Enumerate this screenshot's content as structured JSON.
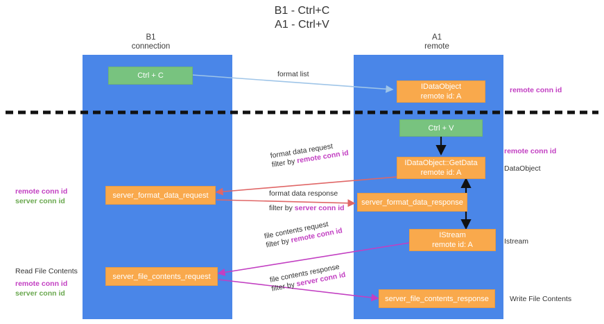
{
  "title": {
    "line1": "B1 - Ctrl+C",
    "line2": "A1 - Ctrl+V"
  },
  "columns": [
    {
      "name": "B1",
      "role": "connection"
    },
    {
      "name": "A1",
      "role": "remote"
    }
  ],
  "colors": {
    "lane": "#4a86e8",
    "green_node": "#78c37f",
    "orange_node": "#f9a94c",
    "remote_conn_id": "#c23fc2",
    "server_conn_id": "#6aa84f",
    "arrow_format_list": "#9fc5e8",
    "arrow_getdata": "#000000",
    "arrow_format_data": "#e06666",
    "arrow_file_contents": "#c23fc2",
    "divider": "#000000"
  },
  "nodes": [
    {
      "id": "ctrl_c",
      "label": "Ctrl + C",
      "sub": "",
      "color": "green"
    },
    {
      "id": "idataobject_remote",
      "label": "IDataObject",
      "sub": "remote id: A",
      "color": "orange"
    },
    {
      "id": "ctrl_v",
      "label": "Ctrl + V",
      "sub": "",
      "color": "green"
    },
    {
      "id": "getdata",
      "label": "IDataObject::GetData",
      "sub": "remote id: A",
      "color": "orange"
    },
    {
      "id": "server_format_data_request",
      "label": "server_format_data_request",
      "sub": "",
      "color": "orange"
    },
    {
      "id": "server_format_data_response",
      "label": "server_format_data_response",
      "sub": "",
      "color": "orange"
    },
    {
      "id": "istream",
      "label": "IStream",
      "sub": "remote id: A",
      "color": "orange"
    },
    {
      "id": "server_file_contents_request",
      "label": "server_file_contents_request",
      "sub": "",
      "color": "orange"
    },
    {
      "id": "server_file_contents_response",
      "label": "server_file_contents_response",
      "sub": "",
      "color": "orange"
    }
  ],
  "edges": {
    "format_list": {
      "label": "format list"
    },
    "format_data_request": {
      "label": "format data request",
      "filter_prefix": "filter by ",
      "filter_key": "remote conn id"
    },
    "format_data_response": {
      "label": "format data response",
      "filter_prefix": "filter by ",
      "filter_key": "server conn id"
    },
    "file_contents_request": {
      "label": "file contents request",
      "filter_prefix": "filter by ",
      "filter_key": "remote conn id"
    },
    "file_contents_response": {
      "label": "file contents response",
      "filter_prefix": "filter by ",
      "filter_key": "server conn id"
    }
  },
  "right_labels": [
    {
      "id": "r1",
      "text": "remote conn id",
      "kind": "remote"
    },
    {
      "id": "r2",
      "text": "remote conn id",
      "kind": "remote"
    },
    {
      "id": "r3",
      "text": "DataObject",
      "kind": "plain"
    },
    {
      "id": "r4",
      "text": "Istream",
      "kind": "plain"
    },
    {
      "id": "r5",
      "text": "Write File Contents",
      "kind": "plain"
    }
  ],
  "left_labels": [
    {
      "id": "l1",
      "text": "remote conn id",
      "kind": "remote"
    },
    {
      "id": "l2",
      "text": "server conn id",
      "kind": "server"
    },
    {
      "id": "l3",
      "text": "Read File Contents",
      "kind": "plain"
    },
    {
      "id": "l4",
      "text": "remote conn id",
      "kind": "remote"
    },
    {
      "id": "l5",
      "text": "server conn id",
      "kind": "server"
    }
  ]
}
